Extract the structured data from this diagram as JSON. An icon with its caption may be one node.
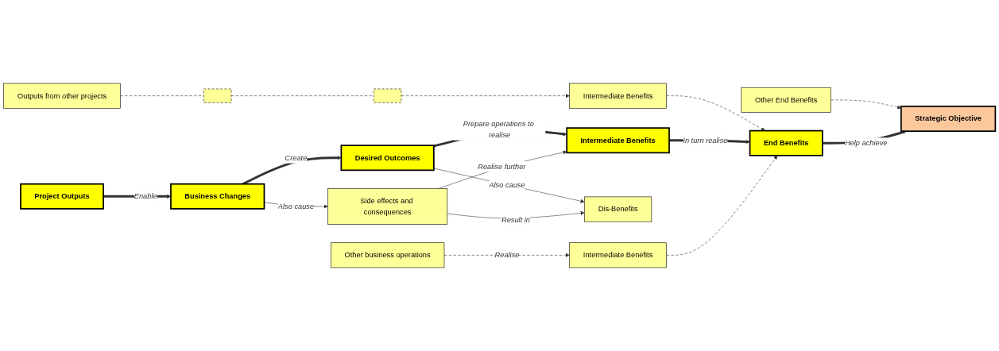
{
  "diagram": {
    "nodes": [
      {
        "text": [
          "Outputs from other projects"
        ]
      },
      {
        "text": [],
        "shape": "box"
      },
      {
        "text": [],
        "shape": "box"
      },
      {
        "text": [
          "Intermediate Benefits"
        ]
      },
      {
        "text": [
          "Other End Benefits"
        ]
      },
      {
        "text": [
          "Project Outputs"
        ]
      },
      {
        "text": [
          "Business Changes"
        ]
      },
      {
        "text": [
          "Desired Outcomes"
        ]
      },
      {
        "text": [
          "Intermediate Benefits"
        ]
      },
      {
        "text": [
          "End Benefits"
        ]
      },
      {
        "text": [
          "Strategic Objective"
        ]
      },
      {
        "text": [
          "Side effects and consequences"
        ]
      },
      {
        "text": [
          "Dis-Benefits"
        ]
      },
      {
        "text": [
          "Other business operations"
        ]
      },
      {
        "text": [
          "Intermediate Benefits"
        ]
      }
    ],
    "edges": [
      {
        "from": 0,
        "to": 1,
        "arrow": "none",
        "style": "dashed"
      },
      {
        "from": 1,
        "to": 2,
        "arrow": "none",
        "style": "dashed"
      },
      {
        "from": 2,
        "to": 3,
        "arrow": "to",
        "style": "dashed"
      },
      {
        "from": 3,
        "to": 9,
        "arrow": "to",
        "style": "dashed"
      },
      {
        "from": 4,
        "to": 10,
        "arrow": "to",
        "style": "dashed"
      },
      {
        "from": 5,
        "to": 6,
        "arrow": "to",
        "label": "Enable",
        "style": "thick"
      },
      {
        "from": 6,
        "to": 7,
        "arrow": "to",
        "label": "Create",
        "style": "thick"
      },
      {
        "from": 7,
        "to": 8,
        "arrow": "to",
        "label": "Prepare operations to realise",
        "style": "thick"
      },
      {
        "from": 8,
        "to": 9,
        "arrow": "to",
        "label": "In turn realise",
        "style": "thick"
      },
      {
        "from": 9,
        "to": 10,
        "arrow": "to",
        "label": "Help achieve",
        "style": "thick"
      },
      {
        "from": 6,
        "to": 11,
        "arrow": "to",
        "label": "Also cause"
      },
      {
        "from": 7,
        "to": 12,
        "arrow": "to",
        "label": "Also cause"
      },
      {
        "from": 11,
        "to": 12,
        "arrow": "to",
        "label": "Result in"
      },
      {
        "from": 11,
        "to": 8,
        "arrow": "to",
        "label": "Realise further"
      },
      {
        "from": 13,
        "to": 14,
        "arrow": "to",
        "label": "Realise",
        "style": "dashed"
      },
      {
        "from": 14,
        "to": 9,
        "arrow": "to",
        "style": "dashed"
      }
    ]
  }
}
